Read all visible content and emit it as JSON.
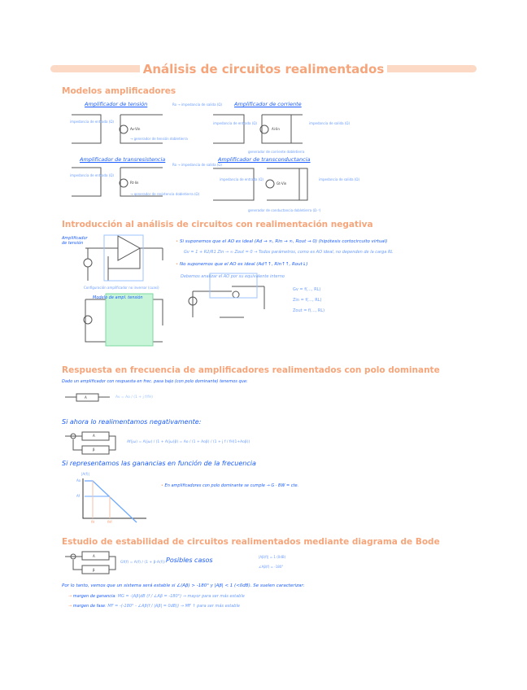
{
  "title": "Análisis de circuitos realimentados",
  "sections": [
    {
      "heading": "Modelos amplificadores",
      "models": [
        {
          "label": "Amplificador de tensión",
          "out_note": "Ro → impedancia de salida (Ω)",
          "in_note": "impedancia de entrada (Ω)",
          "gen_note": "→ generador de tensión dobletierra",
          "gain": "Av·Vin"
        },
        {
          "label": "Amplificador de corriente",
          "out_note": "impedancia de salida (Ω)",
          "in_note": "impedancia de entrada (Ω)",
          "gen_note": "generador de corriente dobletierra",
          "gain": "Ai·Iin"
        },
        {
          "label": "Amplificador de transresistencia",
          "out_note": "Ro → impedancia de salida (Ω)",
          "in_note": "impedancia de entrada (Ω)",
          "gen_note": "→ generador de resistencia dobletierra (Ω)",
          "gain": "Rt·Iin"
        },
        {
          "label": "Amplificador de transconductancia",
          "out_note": "impedancia de salida (Ω)",
          "in_note": "impedancia de entrada (Ω)",
          "gen_note": "generador de conductancia dobletierra (Ω⁻¹)",
          "gain": "Gt·Vin"
        }
      ]
    },
    {
      "heading": "Introducción al análisis de circuitos con realimentación negativa",
      "amp_label": "Amplificador de tensión",
      "config_note": "Configuración amplificador no inversor (cuasi)",
      "model_label": "Modelo de ampl. tensión",
      "bullet1": "Si suponemos que el AO es ideal (Ad → ∞, Rin → ∞, Rout → 0) (hipótesis cortocircuito virtual)",
      "bullet1_results": "Gv = 1 + R2/R1   Zin → ∞   Zout = 0  → Todos parámetros, como es AO ideal, no dependen de la carga RL",
      "bullet2": "No suponemos que el AO es ideal (Ad↑↑, Rin↑↑, Rout↓)",
      "bullet2_text": "Debemos analizar el AO por su equivalente interno",
      "results": [
        "Gv = f(…, RL)",
        "Zin = f(…, RL)",
        "Zout = f(…, RL)"
      ]
    },
    {
      "heading": "Respuesta en frecuencia de amplificadores realimentados con polo dominante",
      "line1": "Dado un amplificador con respuesta en frec. pasa bajo (con polo dominante) tenemos que:",
      "formula1": "Av = Ao / (1 + j f/fH)",
      "line2": "Si ahora lo realimentamos negativamente:",
      "formula2": "Af(jω) = A(jω) / (1 + A(jω)β) = Ao / (1 + Aoβ) / (1 + j f / fH(1+Aoβ))",
      "line3": "Si representamos las ganancias en función de la frecuencia",
      "bullet": "En amplificadores con polo dominante se cumple → G · BW = cte.",
      "axis_label": "|A(f)|",
      "y_labels": [
        "Ao",
        "Af"
      ],
      "x_labels": [
        "fH",
        "fHf"
      ]
    },
    {
      "heading": "Estudio de estabilidad de circuitos realimentados mediante diagrama de Bode",
      "formula": "Gf(f) = A(f) / (1 + β·A(f))",
      "cases_label": "Posibles casos",
      "cases": [
        "|Aβ(f)| = 1 (0dB)",
        "∠Aβ(f) = -180°"
      ],
      "line": "Por lo tanto, vemos que un sistema será estable si ∠(Aβ) > -180° y |Aβ| < 1 (<0dB). Se suelen caracterizar:",
      "margins": [
        {
          "label": "margen de ganancia",
          "text": ": MG = -|Aβ|dB (f / ∠Aβ = -180°) → mayor para ser más estable"
        },
        {
          "label": "margen de fase",
          "text": ": MF = -(-180° - ∠Aβ(f / |Aβ| = 0dB)) → MF ↑ para ser más estable"
        }
      ]
    }
  ],
  "block_labels": {
    "A": "A",
    "beta": "β"
  },
  "colors": {
    "heading": "#f6a57a",
    "text": "#1a5cff",
    "note": "#6a9cff",
    "highlight": "#c8f5d8"
  }
}
